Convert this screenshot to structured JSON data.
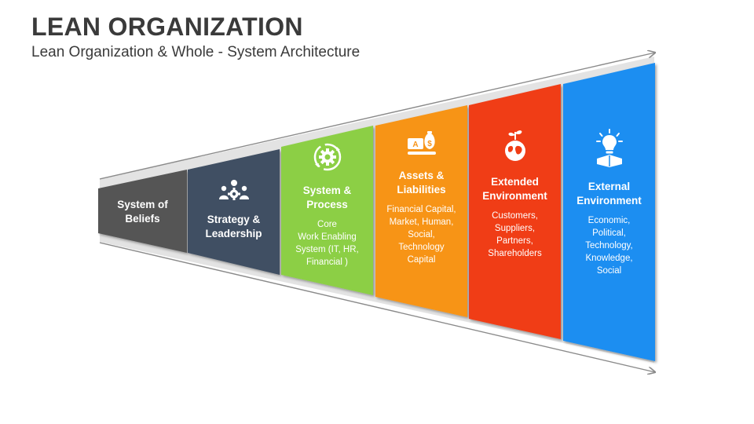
{
  "header": {
    "title": "LEAN ORGANIZATION",
    "subtitle": "Lean Organization & Whole - System Architecture"
  },
  "colors": {
    "beliefs": "#555555",
    "strategy": "#3f4f63",
    "system": "#8ccf44",
    "assets": "#f79418",
    "extended": "#f03c14",
    "external": "#1b8ef1",
    "funnel": "#e3e3e3",
    "arrow": "#8a8a8a"
  },
  "stages": [
    {
      "id": "beliefs",
      "icon": "none",
      "title": "System of\nBeliefs",
      "desc": ""
    },
    {
      "id": "strategy",
      "icon": "team-gear-icon",
      "title": "Strategy &\nLeadership",
      "desc": ""
    },
    {
      "id": "system",
      "icon": "gear-cycle-icon",
      "title": "System &\nProcess",
      "desc": "Core\nWork Enabling\nSystem  (IT, HR,\nFinancial )"
    },
    {
      "id": "assets",
      "icon": "assets-money-bag-icon",
      "title": "Assets &\nLiabilities",
      "desc": "Financial Capital,\nMarket, Human,\nSocial,\nTechnology\nCapital"
    },
    {
      "id": "extended",
      "icon": "globe-sprout-icon",
      "title": "Extended\nEnvironment",
      "desc": "Customers,\nSuppliers,\nPartners,\nShareholders"
    },
    {
      "id": "external",
      "icon": "lightbulb-book-icon",
      "title": "External\nEnvironment",
      "desc": "Economic,\nPolitical,\nTechnology,\nKnowledge,\nSocial"
    }
  ]
}
